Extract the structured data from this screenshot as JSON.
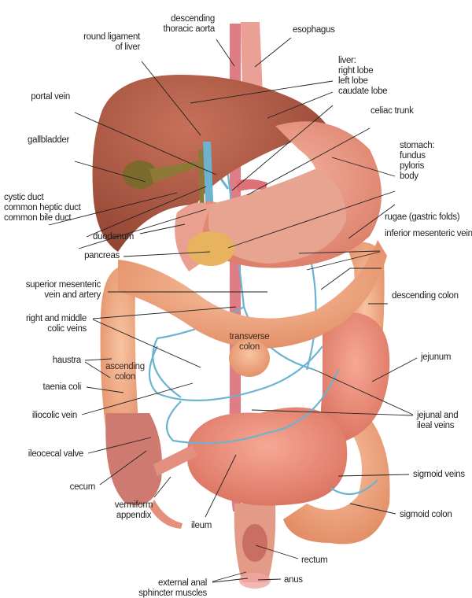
{
  "colors": {
    "liver": "#a9563e",
    "stomach": "#e48e78",
    "colon": "#eea07c",
    "small_intestine": "#e6806b",
    "veins": "#6cb3d0",
    "arteries": "#d9636d",
    "gallbladder": "#7b6a2c",
    "pancreas": "#e8b35e",
    "rectum": "#e39a86"
  },
  "labels": {
    "descending_thoracic_aorta": [
      "descending",
      "thoracic aorta"
    ],
    "esophagus": "esophagus",
    "round_ligament": [
      "round ligament",
      "of liver"
    ],
    "liver": [
      "liver:",
      "right lobe",
      "left lobe",
      "caudate lobe"
    ],
    "portal_vein": "portal vein",
    "celiac_trunk": "celiac trunk",
    "gallbladder": "gallbladder",
    "stomach": [
      "stomach:",
      "fundus",
      "pyloris",
      "body"
    ],
    "ducts": [
      "cystic duct",
      "common heptic duct",
      "common bile duct"
    ],
    "rugae": "rugae (gastric folds)",
    "duodenum": "duodenum",
    "inferior_mesenteric_vein": "inferior mesenteric vein",
    "pancreas": "pancreas",
    "superior_mesenteric": [
      "superior mesenteric",
      "vein and artery"
    ],
    "descending_colon": "descending colon",
    "colic_veins": [
      "right and middle",
      "colic veins"
    ],
    "transverse_colon": [
      "transverse",
      "colon"
    ],
    "haustra": "haustra",
    "ascending_colon": [
      "ascending",
      "colon"
    ],
    "jejunum": "jejunum",
    "taenia_coli": "taenia coli",
    "iliocolic_vein": "iliocolic vein",
    "jejunal_ileal_veins": [
      "jejunal and",
      "ileal veins"
    ],
    "ileocecal_valve": "ileocecal valve",
    "cecum": "cecum",
    "sigmoid_veins": "sigmoid veins",
    "vermiform_appendix": [
      "vermiform",
      "appendix"
    ],
    "ileum": "ileum",
    "sigmoid_colon": "sigmoid colon",
    "rectum": "rectum",
    "external_anal_sphincter": [
      "external anal",
      "sphincter muscles"
    ],
    "anus": "anus"
  }
}
